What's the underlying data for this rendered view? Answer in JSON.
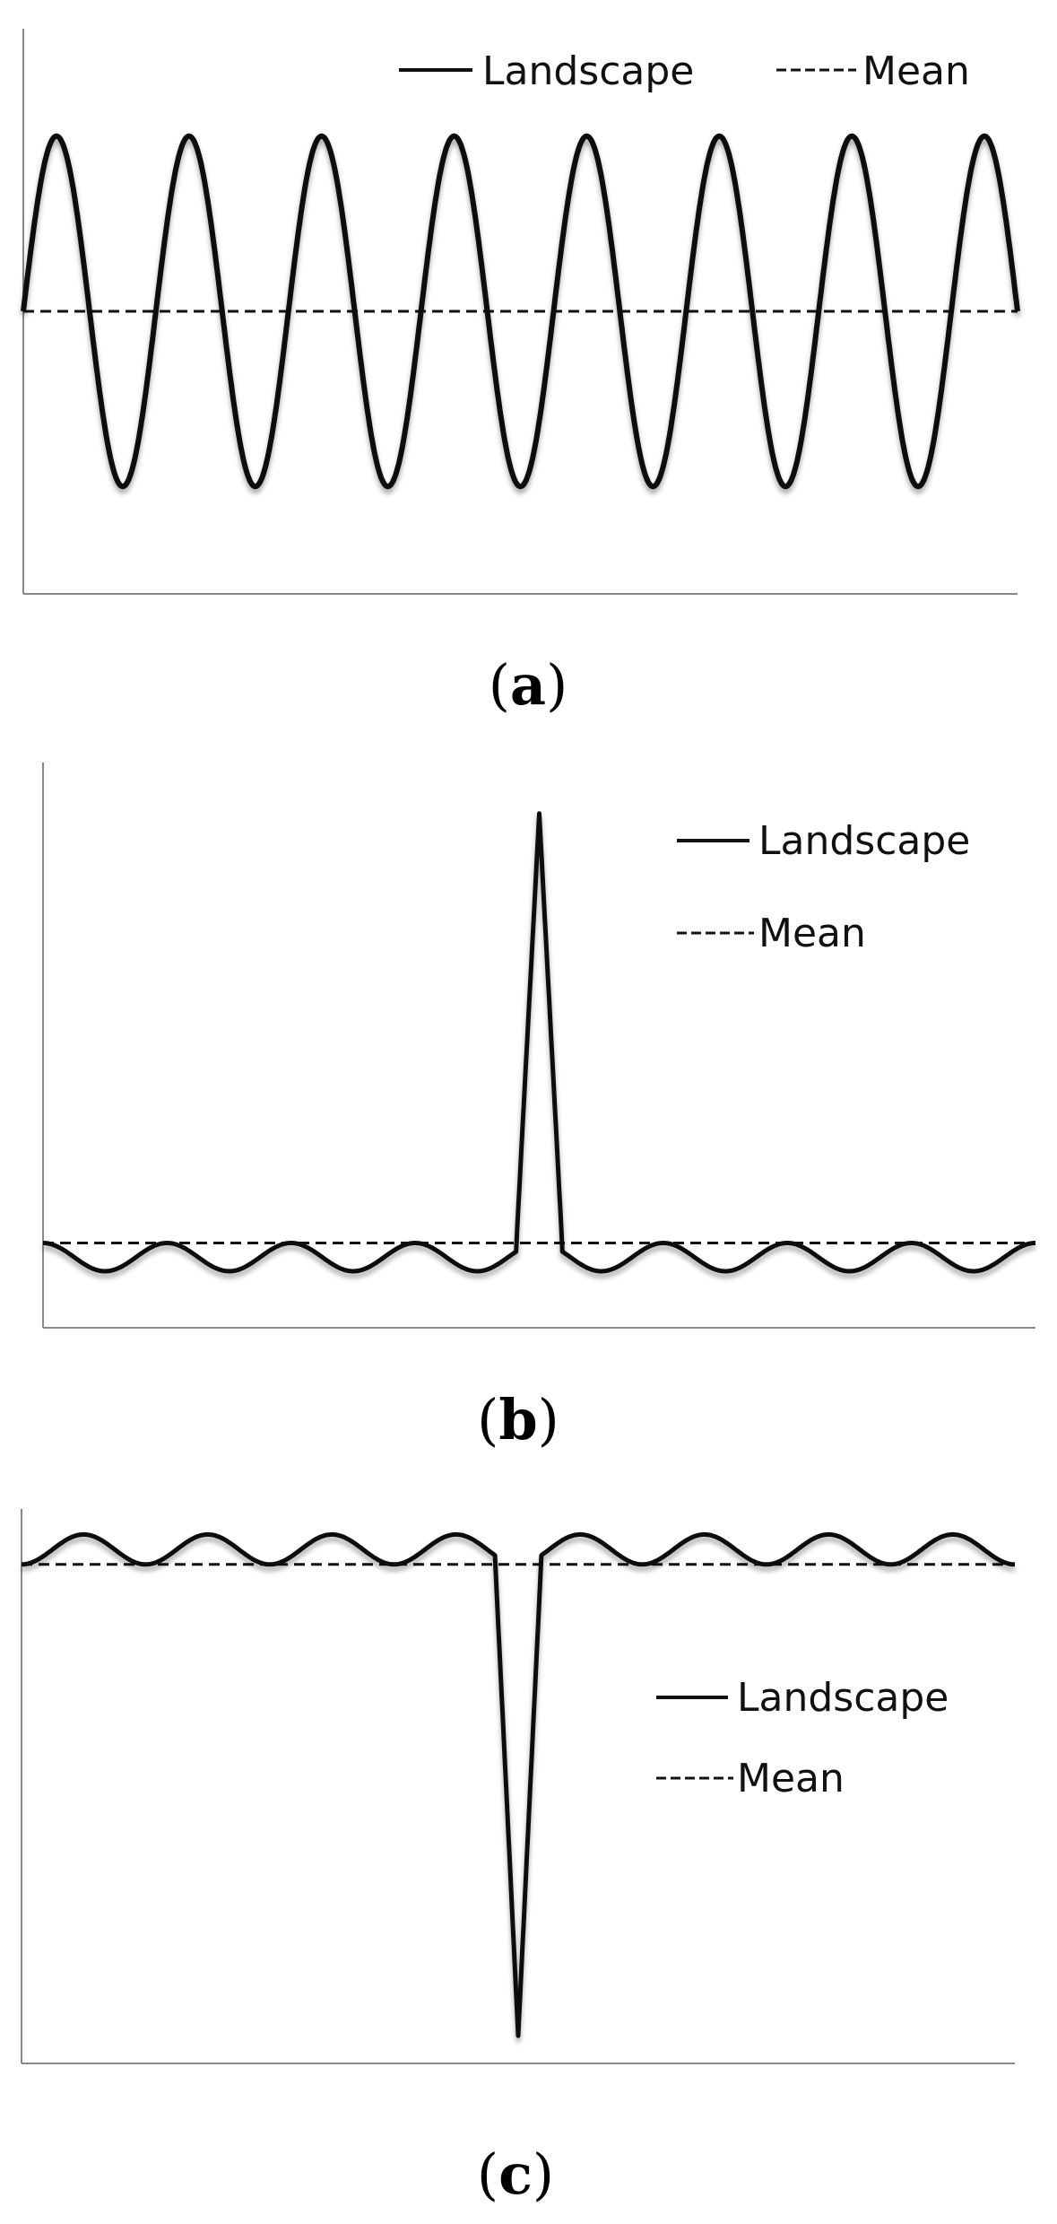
{
  "figure": {
    "ink_color": "#111111",
    "background": "#ffffff",
    "panels": [
      {
        "caption_letter": "a",
        "legend": {
          "solid_label": "Landscape",
          "dashed_label": "Mean",
          "layout": "horizontal, top-right"
        }
      },
      {
        "caption_letter": "b",
        "legend": {
          "solid_label": "Landscape",
          "dashed_label": "Mean",
          "layout": "vertical, top-right"
        }
      },
      {
        "caption_letter": "c",
        "legend": {
          "solid_label": "Landscape",
          "dashed_label": "Mean",
          "layout": "vertical, right"
        }
      }
    ]
  },
  "chart_data": [
    {
      "type": "line",
      "panel": "a",
      "xlim": [
        0,
        1
      ],
      "ylim": [
        0,
        1
      ],
      "grid": false,
      "ticks": false,
      "series": [
        {
          "name": "Landscape",
          "style": "solid",
          "shape": "sinusoid",
          "cycles": 7.5,
          "phase": "starts at mean, rising",
          "mean": 0.5,
          "amplitude": 0.31
        },
        {
          "name": "Mean",
          "style": "dashed",
          "value": 0.5
        }
      ]
    },
    {
      "type": "line",
      "panel": "b",
      "xlim": [
        0,
        1
      ],
      "ylim": [
        0,
        1
      ],
      "grid": false,
      "ticks": false,
      "series": [
        {
          "name": "Landscape",
          "style": "solid",
          "shape": "low-amplitude sinusoid with one narrow tall peak",
          "cycles": 8,
          "mean": 0.15,
          "amplitude": 0.025,
          "spike": {
            "x_start": 0.477,
            "x_peak": 0.5,
            "x_end": 0.523,
            "peak_value": 0.91
          }
        },
        {
          "name": "Mean",
          "style": "dashed",
          "value": 0.15
        }
      ]
    },
    {
      "type": "line",
      "panel": "c",
      "xlim": [
        0,
        1
      ],
      "ylim": [
        0,
        1
      ],
      "grid": false,
      "ticks": false,
      "series": [
        {
          "name": "Landscape",
          "style": "solid",
          "shape": "low-amplitude sinusoid with one narrow deep trough",
          "cycles": 8,
          "mean": 0.9,
          "amplitude": 0.027,
          "spike": {
            "x_start": 0.477,
            "x_peak": 0.5,
            "x_end": 0.523,
            "trough_value": 0.05
          }
        },
        {
          "name": "Mean",
          "style": "dashed",
          "value": 0.9
        }
      ]
    }
  ]
}
